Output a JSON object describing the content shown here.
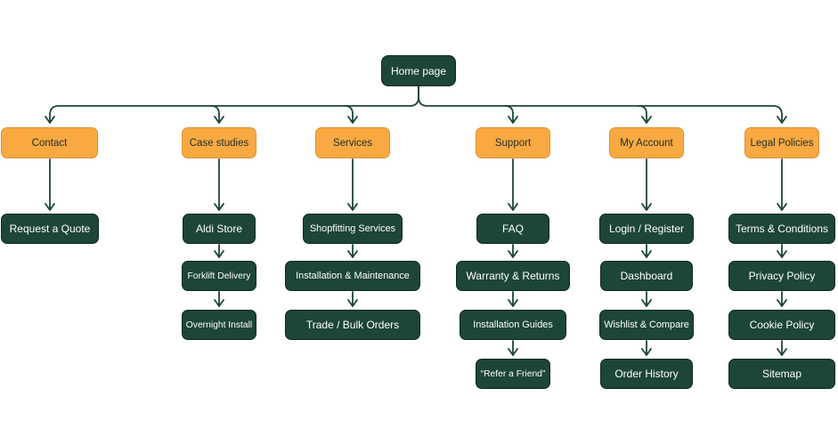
{
  "colors": {
    "background": "#ffffff",
    "node_dark_green": "#1d4539",
    "node_orange": "#f8a941",
    "node_orange_border": "#dd9133",
    "connector": "#1d4539",
    "text_on_green": "#ffffff",
    "text_on_orange": "#1f2d2a"
  },
  "sitemap": {
    "root": {
      "label": "Home page"
    },
    "branches": [
      {
        "label": "Contact",
        "children": [
          "Request a Quote"
        ]
      },
      {
        "label": "Case studies",
        "children": [
          "Aldi Store",
          "Forklift Delivery",
          "Overnight Install"
        ]
      },
      {
        "label": "Services",
        "children": [
          "Shopfitting Services",
          "Installation & Maintenance",
          "Trade / Bulk Orders"
        ]
      },
      {
        "label": "Support",
        "children": [
          "FAQ",
          "Warranty & Returns",
          "Installation Guides",
          "“Refer a Friend”"
        ]
      },
      {
        "label": "My Account",
        "children": [
          "Login / Register",
          "Dashboard",
          "Wishlist & Compare",
          "Order History"
        ]
      },
      {
        "label": "Legal Policies",
        "children": [
          "Terms & Conditions",
          "Privacy Policy",
          "Cookie Policy",
          "Sitemap"
        ]
      }
    ]
  }
}
